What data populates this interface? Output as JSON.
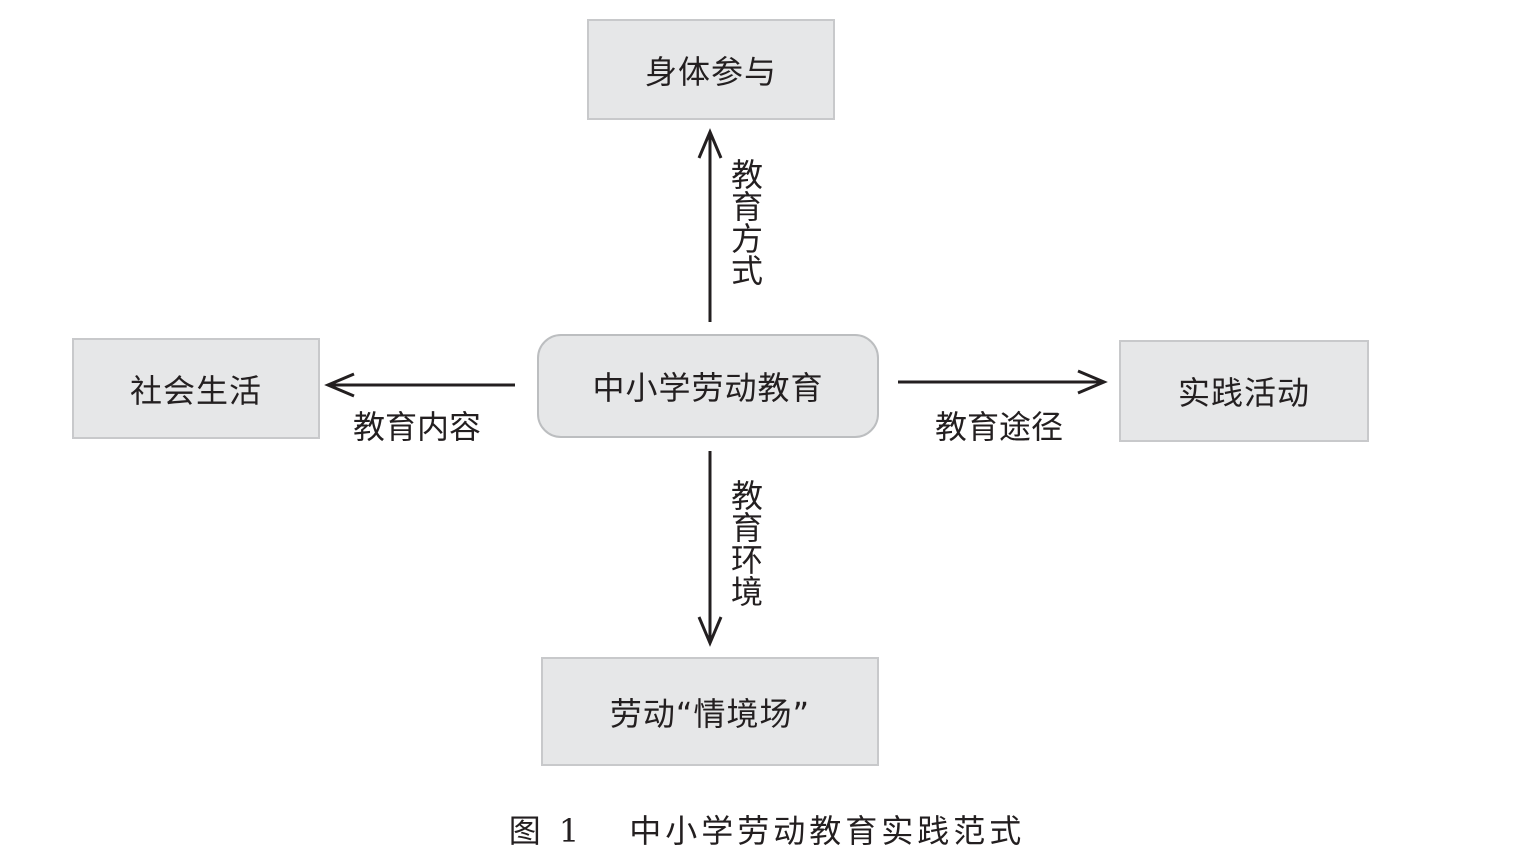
{
  "nodes": {
    "center": "中小学劳动教育",
    "top": "身体参与",
    "left": "社会生活",
    "right": "实践活动",
    "bottom": "劳动“情境场”"
  },
  "edges": {
    "top": "教育方式",
    "left": "教育内容",
    "right": "教育途径",
    "bottom": "教育环境"
  },
  "caption": {
    "number": "图 1",
    "title": "中小学劳动教育实践范式"
  },
  "colors": {
    "box_fill": "#e6e7e8",
    "box_border": "#c8c9cb",
    "text": "#231f20",
    "arrow": "#231f20"
  }
}
